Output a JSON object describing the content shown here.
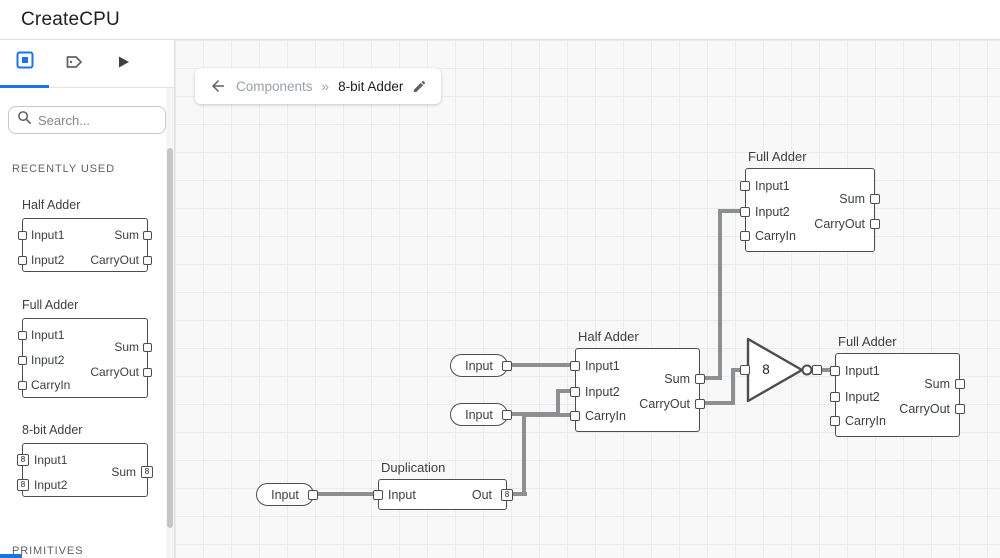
{
  "app": {
    "title": "CreateCPU"
  },
  "colors": {
    "accent": "#1a73e8",
    "wire": "#8d9093",
    "node_border": "#4d4d4d"
  },
  "sidebar": {
    "tabs": [
      {
        "id": "components",
        "icon": "chip-icon",
        "active": true
      },
      {
        "id": "tags",
        "icon": "tag-icon",
        "active": false
      },
      {
        "id": "simulate",
        "icon": "play-icon",
        "active": false
      }
    ],
    "search": {
      "placeholder": "Search..."
    },
    "section_recently_used": "RECENTLY USED",
    "section_primitives": "PRIMITIVES",
    "recent": [
      {
        "title": "Half Adder",
        "left_ports": [
          {
            "label": "Input1"
          },
          {
            "label": "Input2"
          }
        ],
        "right_ports": [
          {
            "label": "Sum"
          },
          {
            "label": "CarryOut"
          }
        ]
      },
      {
        "title": "Full Adder",
        "left_ports": [
          {
            "label": "Input1"
          },
          {
            "label": "Input2"
          },
          {
            "label": "CarryIn"
          }
        ],
        "right_ports": [
          {
            "label": "Sum"
          },
          {
            "label": "CarryOut"
          }
        ]
      },
      {
        "title": "8-bit Adder",
        "left_ports": [
          {
            "label": "Input1",
            "badge": "8"
          },
          {
            "label": "Input2",
            "badge": "8"
          }
        ],
        "right_ports": [
          {
            "label": "Sum",
            "badge": "8"
          }
        ]
      }
    ]
  },
  "breadcrumb": {
    "parent": "Components",
    "separator": "»",
    "current": "8-bit Adder"
  },
  "canvas": {
    "nodes": {
      "full_adder_top": {
        "title": "Full Adder",
        "left": [
          "Input1",
          "Input2",
          "CarryIn"
        ],
        "right": [
          "Sum",
          "CarryOut"
        ]
      },
      "half_adder": {
        "title": "Half Adder",
        "left": [
          "Input1",
          "Input2",
          "CarryIn"
        ],
        "right": [
          "Sum",
          "CarryOut"
        ]
      },
      "full_adder_right": {
        "title": "Full Adder",
        "left": [
          "Input1",
          "Input2",
          "CarryIn"
        ],
        "right": [
          "Sum",
          "CarryOut"
        ]
      },
      "duplication": {
        "title": "Duplication",
        "left": [
          "Input"
        ],
        "right": [
          "Out"
        ],
        "out_badge": "8"
      },
      "buffer_gate": {
        "label": "8"
      },
      "input_pills": [
        "Input",
        "Input",
        "Input"
      ]
    }
  }
}
